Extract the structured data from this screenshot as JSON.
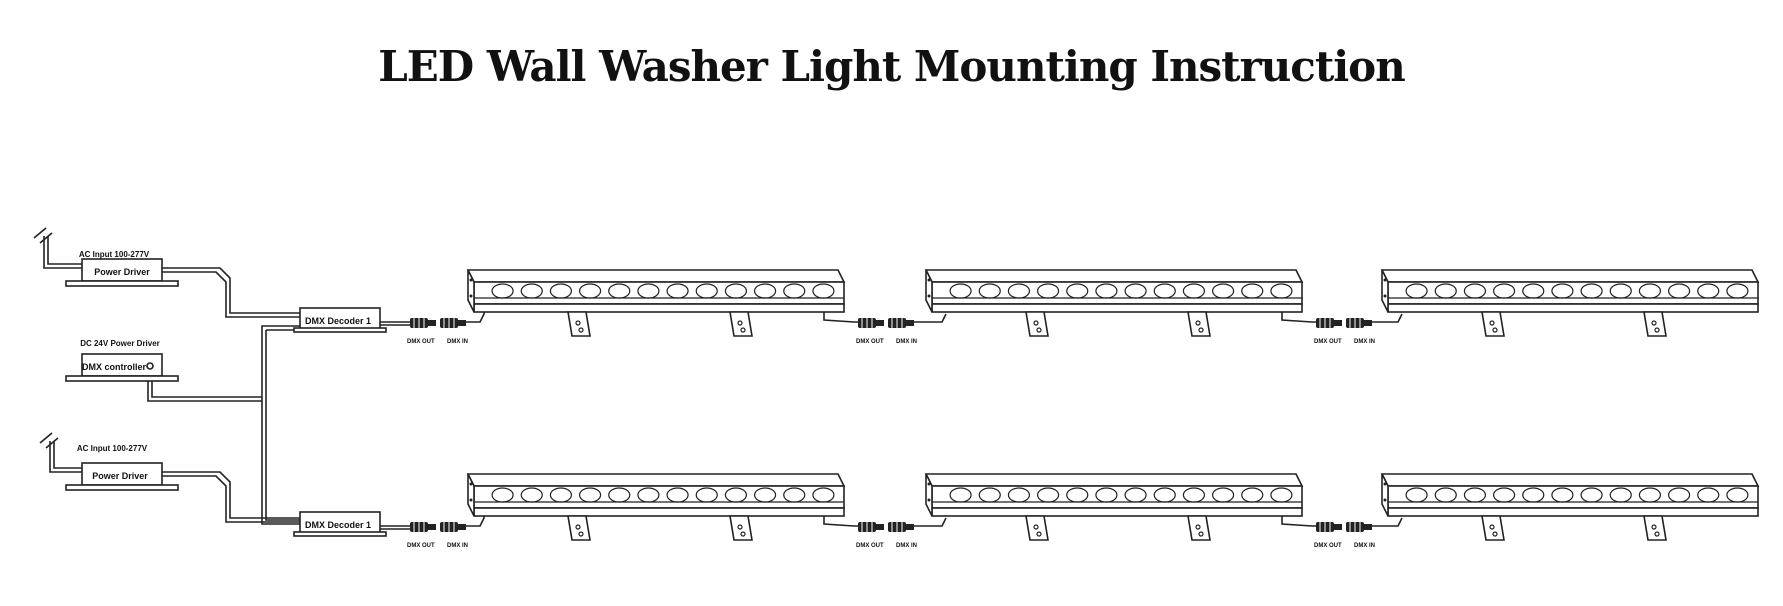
{
  "title": "LED Wall Washer Light Mounting Instruction",
  "labels": {
    "ac_input": "AC Input 100-277V",
    "power_driver": "Power Driver",
    "dc_power_driver": "DC 24V Power Driver",
    "dmx_controller": "DMX controller",
    "dmx_decoder": "DMX Decoder 1",
    "dmx_out": "DMX OUT",
    "dmx_in": "DMX IN"
  },
  "layout": {
    "rows": 2,
    "fixtures_per_row": 3,
    "leds_per_fixture": 12
  },
  "colors": {
    "line": "#222222",
    "background": "#ffffff"
  }
}
